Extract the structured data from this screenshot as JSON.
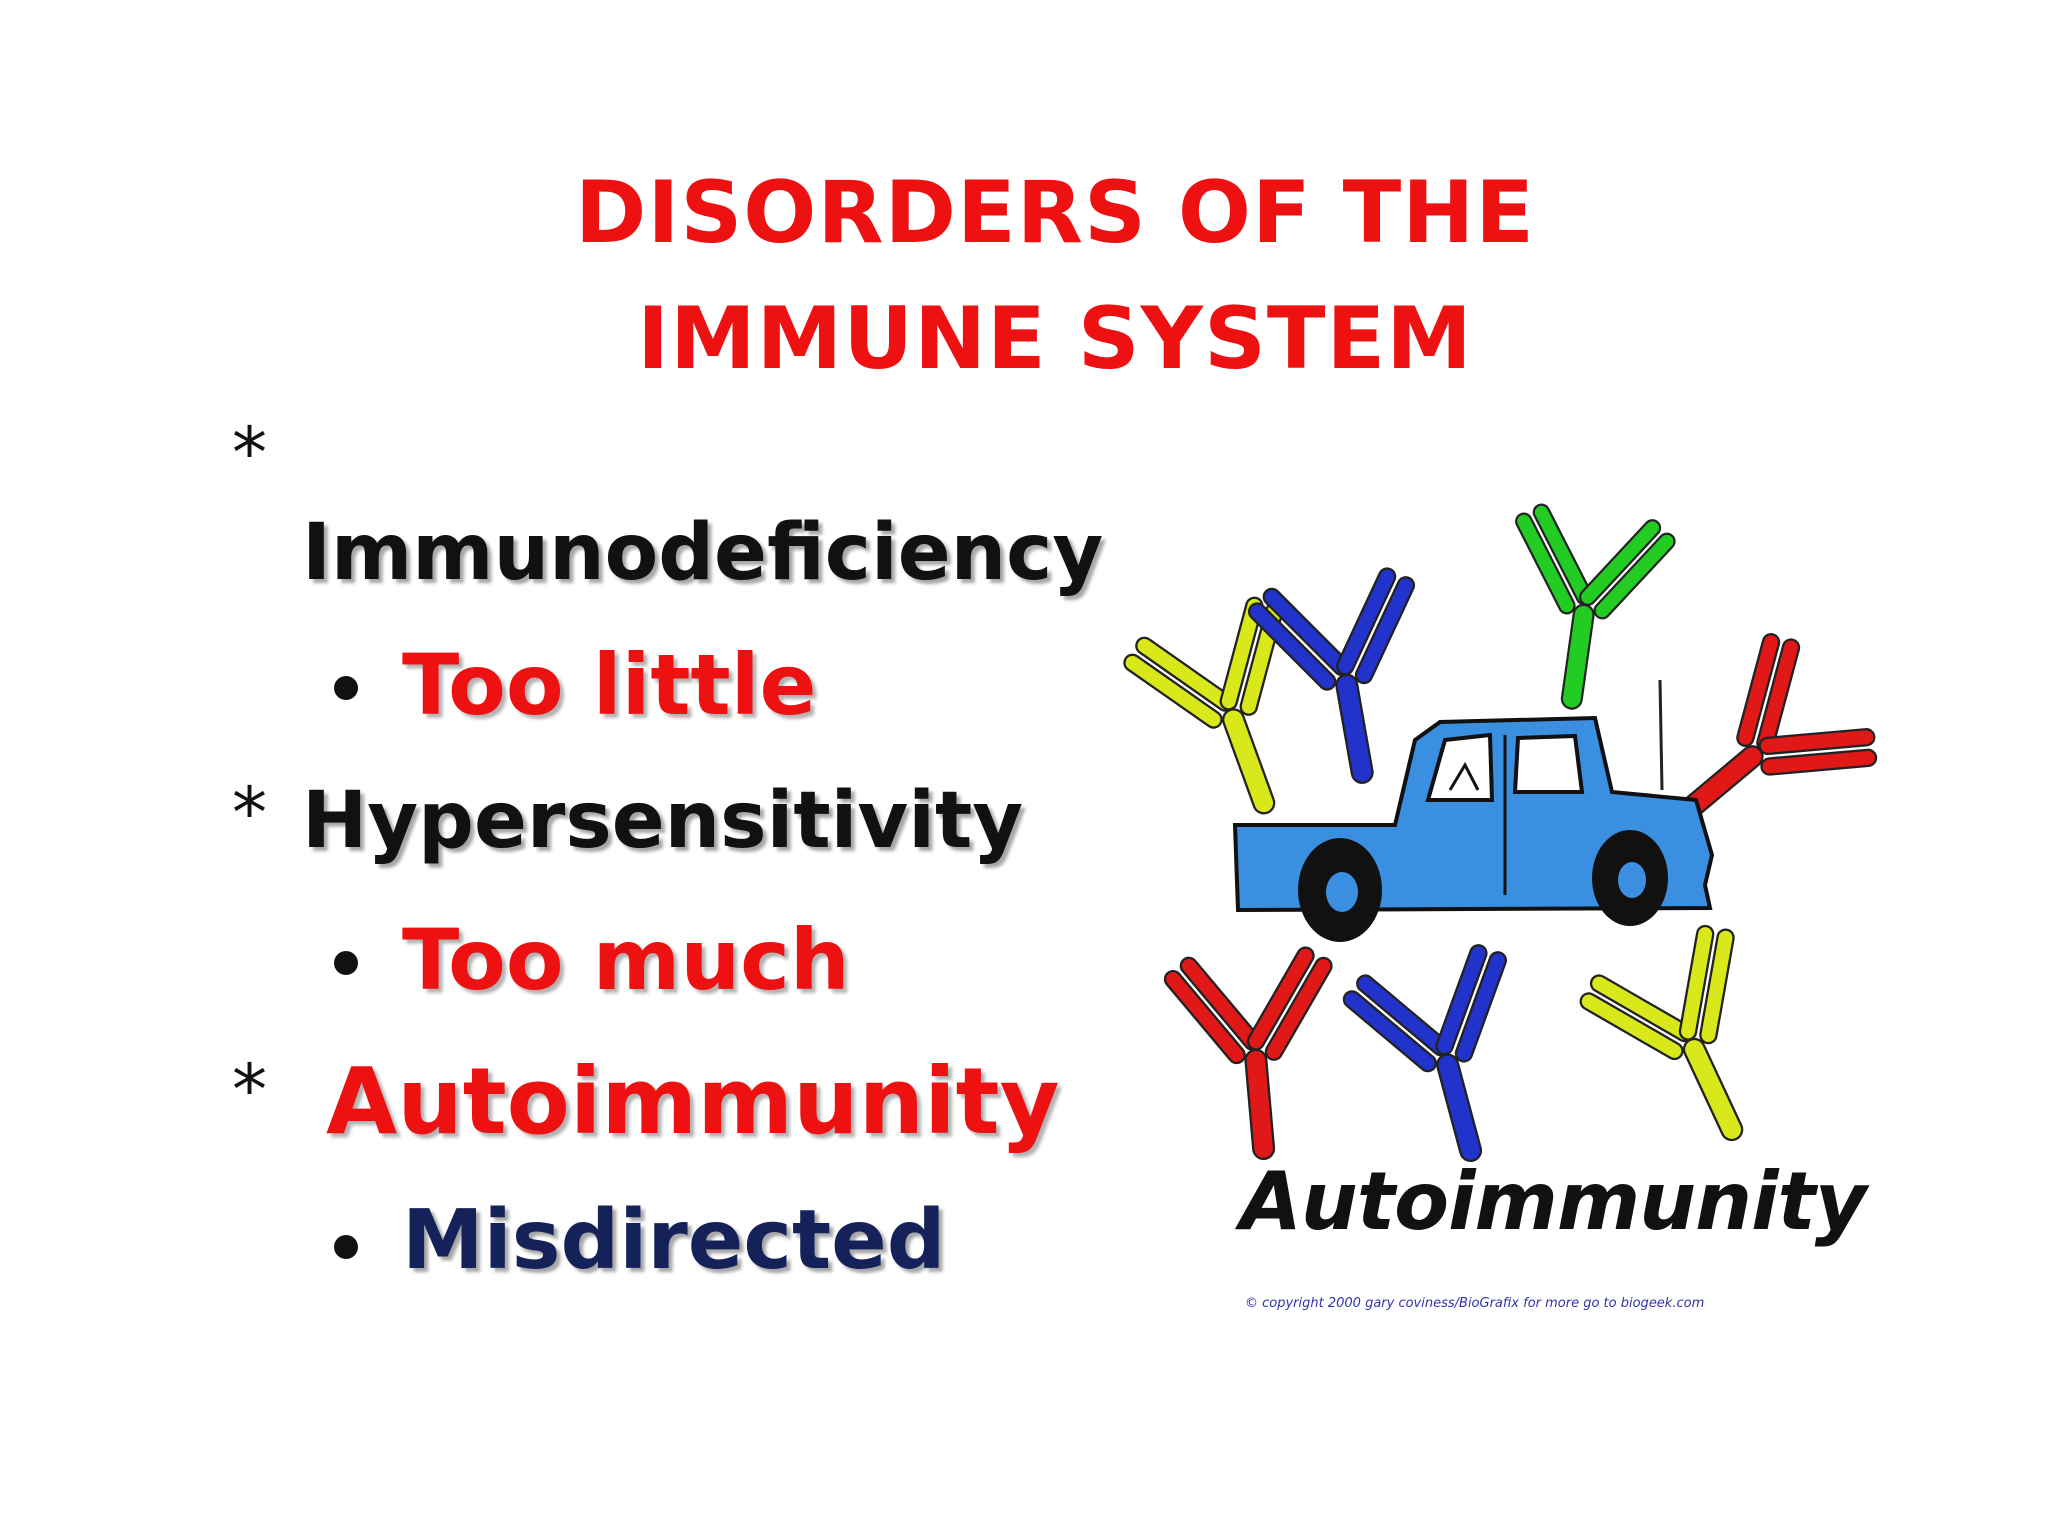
{
  "slide": {
    "title_line1": "DISORDERS OF THE",
    "title_line2": "IMMUNE SYSTEM",
    "items": [
      {
        "marker": "*",
        "label": "Immunodeficiency",
        "sub": "Too little"
      },
      {
        "marker": "*",
        "label": "Hypersensitivity",
        "sub": "Too much"
      },
      {
        "marker": "*",
        "label": "Autoimmunity",
        "sub": "Misdirected"
      }
    ]
  },
  "illustration": {
    "caption": "Autoimmunity",
    "copyright": "© copyright 2000 gary coviness/BioGrafix for more go to biogeek.com",
    "colors": {
      "car": "#3a8fe0",
      "antibody_yellow": "#d8e81a",
      "antibody_blue": "#2233cc",
      "antibody_green": "#22cc22",
      "antibody_red": "#e01818"
    }
  }
}
